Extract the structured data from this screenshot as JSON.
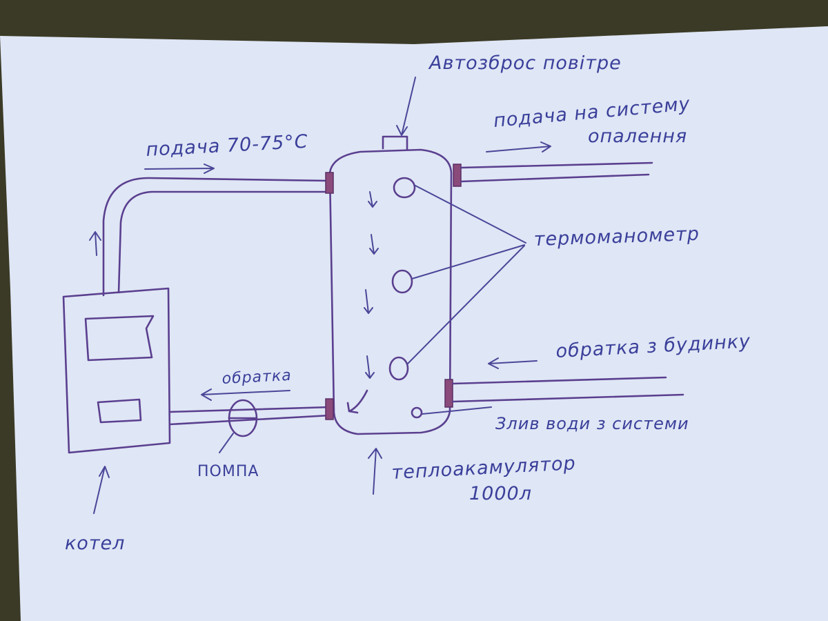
{
  "labels": {
    "air_vent": "Автозброс повітре",
    "supply_to_heating": "подача на систему",
    "supply_to_heating_2": "опалення",
    "boiler_supply": "подача 70-75°C",
    "thermomanometer": "термоманометр",
    "return_from_house": "обратка з будинку",
    "boiler_return": "обратка",
    "drain": "Злив води з системи",
    "pump": "ПОМПА",
    "accumulator": "теплоакамулятор",
    "accumulator_volume": "1000л",
    "boiler": "котел"
  },
  "colors": {
    "paper": "#dfe6f5",
    "ink": "#5a3f8f",
    "text_ink": "#3a3f9a",
    "background": "#3b3a26"
  }
}
